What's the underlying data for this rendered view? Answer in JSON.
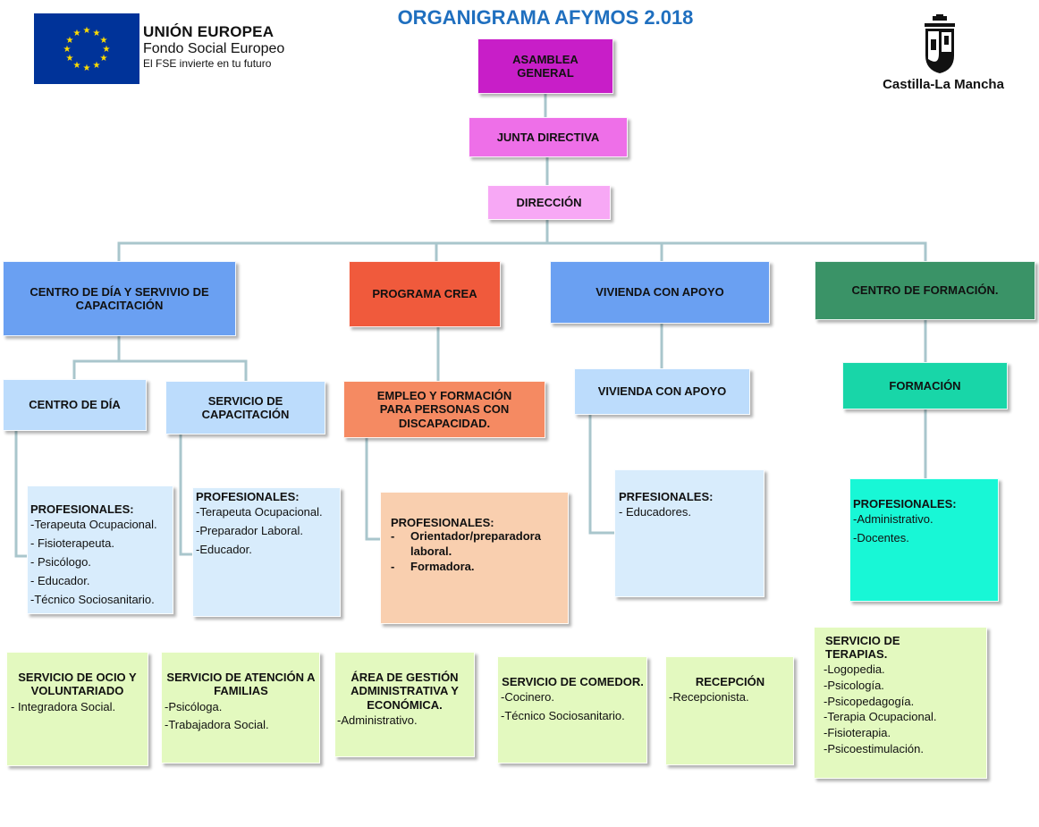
{
  "title": "ORGANIGRAMA AFYMOS 2.018",
  "eu_logo": {
    "title": "UNIÓN EUROPEA",
    "subtitle": "Fondo Social Europeo",
    "tagline": "El FSE invierte en tu futuro"
  },
  "region_logo": {
    "name": "Castilla-La Mancha"
  },
  "colors": {
    "title": "#1f6fbf",
    "asamblea": "#c81ec8",
    "junta": "#ee6fe8",
    "direccion": "#f7a8f5",
    "blue_dark": "#6aa0f2",
    "blue_light": "#bcdcfc",
    "blue_pale": "#d8ecfc",
    "red": "#f05a3c",
    "orange": "#f58a62",
    "peach": "#f9cfaf",
    "green_dark": "#3a9367",
    "teal": "#18d6a8",
    "aqua": "#18f7d6",
    "lime": "#e3f9bf",
    "connector": "#a9c6cc"
  },
  "top": {
    "asamblea": "ASAMBLEA\nGENERAL",
    "junta": "JUNTA DIRECTIVA",
    "direccion": "DIRECCIÓN"
  },
  "areas": {
    "centro_dia_servicio": "CENTRO DE DÍA Y SERVIVIO DE CAPACITACIÓN",
    "programa_crea": "PROGRAMA CREA",
    "vivienda": "VIVIENDA CON APOYO",
    "centro_formacion": "CENTRO DE FORMACIÓN."
  },
  "subareas": {
    "centro_dia": "CENTRO DE DÍA",
    "servicio_capacitacion": "SERVICIO DE\nCAPACITACIÓN",
    "empleo": "EMPLEO Y FORMACIÓN\nPARA PERSONAS CON\nDISCAPACIDAD.",
    "vivienda_sub": "VIVIENDA CON APOYO",
    "formacion": "FORMACIÓN"
  },
  "professionals": {
    "centro_dia": {
      "title": "PROFESIONALES:",
      "items": [
        "-Terapeuta Ocupacional.",
        "- Fisioterapeuta.",
        "- Psicólogo.",
        "- Educador.",
        "-Técnico Sociosanitario."
      ]
    },
    "capacitacion": {
      "title": "PROFESIONALES:",
      "items": [
        "-Terapeuta Ocupacional.",
        "-Preparador Laboral.",
        "-Educador."
      ]
    },
    "crea": {
      "title": "PROFESIONALES:",
      "items": [
        "Orientador/preparadora laboral.",
        "Formadora."
      ],
      "dash": "-"
    },
    "vivienda": {
      "title": "PRFESIONALES:",
      "items": [
        "- Educadores."
      ]
    },
    "formacion": {
      "title": "PROFESIONALES:",
      "items": [
        "-Administrativo.",
        "-Docentes."
      ]
    }
  },
  "services": {
    "ocio": {
      "title": "SERVICIO DE OCIO Y VOLUNTARIADO",
      "items": [
        "- Integradora Social."
      ]
    },
    "familias": {
      "title": "SERVICIO DE ATENCIÓN A FAMILIAS",
      "items": [
        "-Psicóloga.",
        "-Trabajadora Social."
      ]
    },
    "gestion": {
      "title": "ÁREA DE GESTIÓN ADMINISTRATIVA Y ECONÓMICA.",
      "items": [
        "-Administrativo."
      ]
    },
    "comedor": {
      "title": "SERVICIO DE COMEDOR.",
      "items": [
        "-Cocinero.",
        "-Técnico Sociosanitario."
      ]
    },
    "recepcion": {
      "title": "RECEPCIÓN",
      "items": [
        "-Recepcionista."
      ]
    },
    "terapias": {
      "title": "SERVICIO DE TERAPIAS.",
      "items": [
        "-Logopedia.",
        "-Psicología.",
        "-Psicopedagogía.",
        "-Terapia Ocupacional.",
        "-Fisioterapia.",
        "-Psicoestimulación."
      ]
    }
  }
}
